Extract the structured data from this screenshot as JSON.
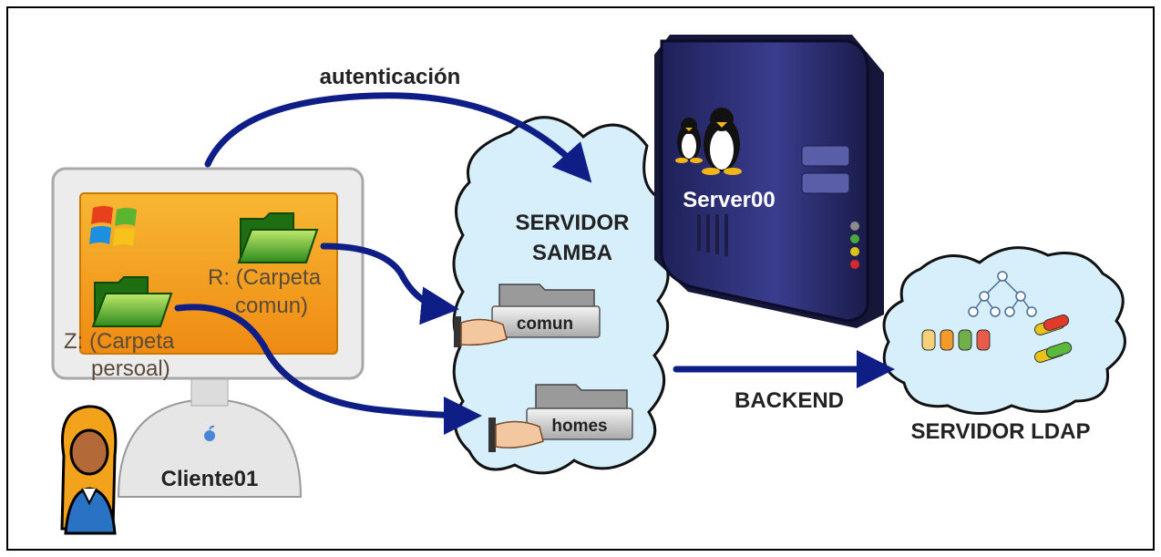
{
  "labels": {
    "auth": "autenticación",
    "samba_line1": "SERVIDOR",
    "samba_line2": "SAMBA",
    "server": "Server00",
    "share_comun": "comun",
    "share_homes": "homes",
    "backend": "BACKEND",
    "ldap": "SERVIDOR LDAP",
    "client": "Cliente01",
    "r_line1": "R: (Carpeta",
    "r_line2": "comun)",
    "z_line1": "Z: (Carpeta",
    "z_line2": "persoal)"
  },
  "colors": {
    "arrow": "#0f1e87",
    "cloud_fill": "#d7eefb",
    "server_body": "#2b2d6e",
    "screen": "#f29a1b",
    "folder": "#2e8b1e"
  },
  "icons": [
    "windows-logo-icon",
    "linux-penguin-icon",
    "folder-icon",
    "user-avatar-icon",
    "apple-logo-icon"
  ]
}
